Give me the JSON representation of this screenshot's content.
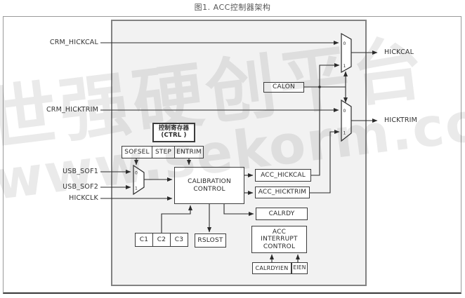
{
  "figure": {
    "caption": "图1. ACC控制器架构"
  },
  "watermark": {
    "line1": "世强硬创平台",
    "line2": "www.sekorm.com"
  },
  "signals": {
    "crm_hickcal": "CRM_HICKCAL",
    "crm_hicktrim": "CRM_HICKTRIM",
    "usb_sof1": "USB_SOF1",
    "usb_sof2": "USB_SOF2",
    "hickclk": "HICKCLK",
    "hickcal": "HICKCAL",
    "hicktrim": "HICKTRIM"
  },
  "registers": {
    "ctrl_line1": "控制寄存器",
    "ctrl_line2": "(CTRL )",
    "sofsel": "SOFSEL",
    "step": "STEP",
    "entrim": "ENTRIM",
    "calon": "CALON",
    "acc_hickcal": "ACC_HICKCAL",
    "acc_hicktrim": "ACC_HICKTRIM",
    "calrdy": "CALRDY",
    "calrdyien": "CALRDYIEN",
    "eien": "EIEN",
    "c1": "C1",
    "c2": "C2",
    "c3": "C3",
    "rslost": "RSLOST"
  },
  "blocks": {
    "calibration_line1": "CALIBRATION",
    "calibration_line2": "CONTROL",
    "interrupt_line1": "ACC",
    "interrupt_line2": "INTERRUPT",
    "interrupt_line3": "CONTROL"
  },
  "mux": {
    "port0": "0",
    "port1": "1"
  },
  "colors": {
    "line": "#2b2b2b",
    "box_border": "#3c3c3c",
    "inner_fill": "#f2f2f2",
    "frame_border": "#9a9a9a",
    "title_color": "#565656"
  }
}
